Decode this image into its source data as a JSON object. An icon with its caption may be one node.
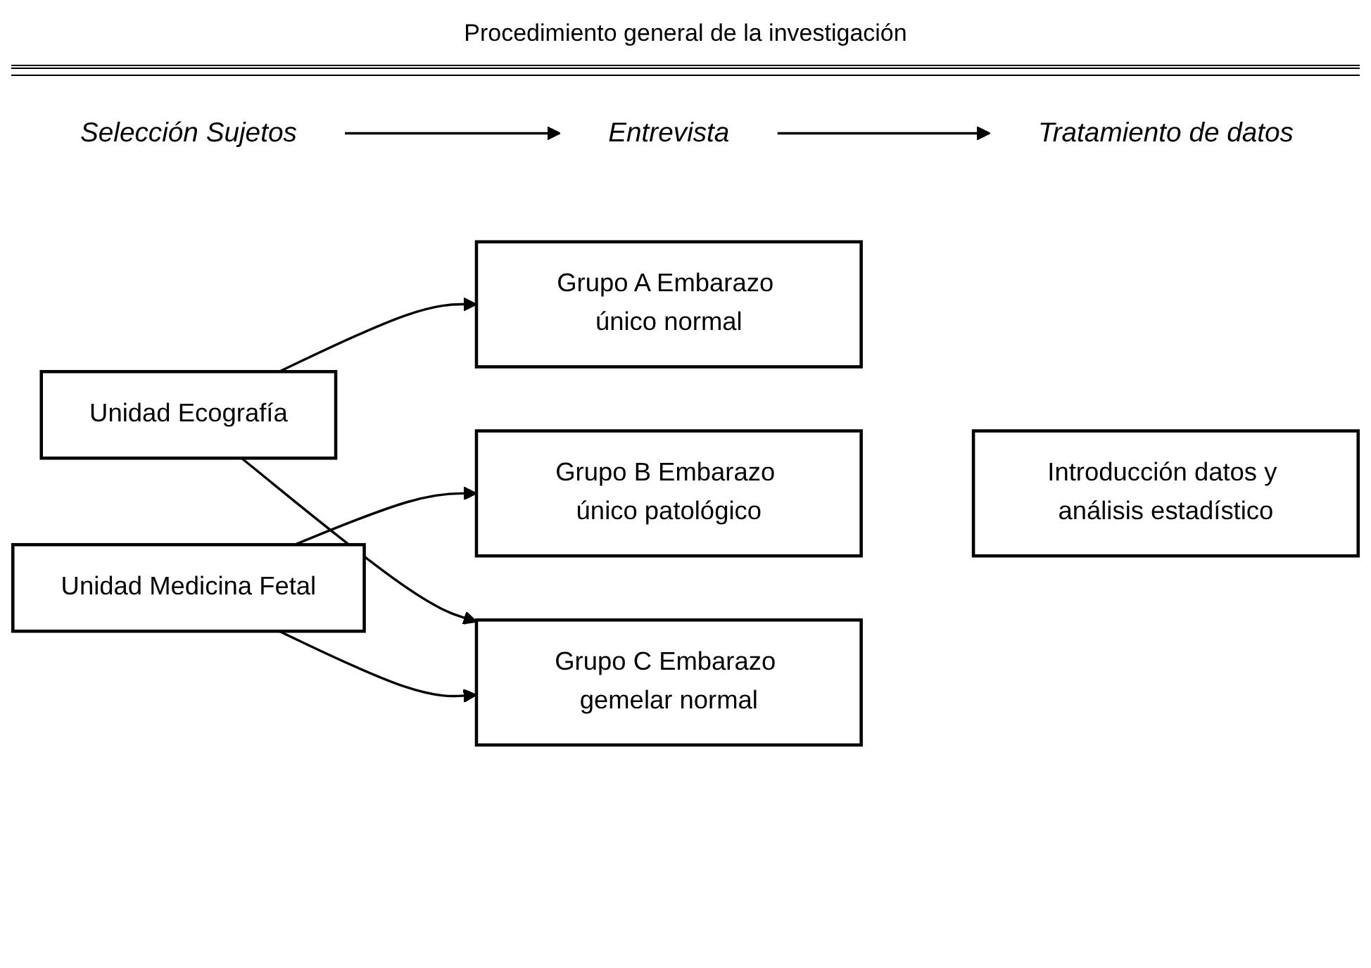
{
  "diagram": {
    "title": "Procedimiento general de la investigación",
    "nodes": [
      {
        "text": [
          "Selección Sujetos"
        ]
      },
      {
        "text": [
          "Entrevista"
        ]
      },
      {
        "text": [
          "Tratamiento de datos"
        ]
      },
      {
        "text": [
          "Unidad Ecografía"
        ]
      },
      {
        "text": [
          "Unidad Medicina Fetal"
        ]
      },
      {
        "text": [
          "Grupo A Embarazo único normal"
        ]
      },
      {
        "text": [
          "Grupo B Embarazo único patológico"
        ]
      },
      {
        "text": [
          "Grupo C Embarazo gemelar normal"
        ]
      },
      {
        "text": [
          "Introducción datos y análisis estadístico"
        ]
      }
    ],
    "edges": [
      {
        "from": 0,
        "to": 1,
        "arrow": "to"
      },
      {
        "from": 1,
        "to": 2,
        "arrow": "to"
      },
      {
        "from": 3,
        "to": 5,
        "arrow": "to"
      },
      {
        "from": 3,
        "to": 7,
        "arrow": "to"
      },
      {
        "from": 4,
        "to": 6,
        "arrow": "to"
      },
      {
        "from": 4,
        "to": 7,
        "arrow": "to"
      }
    ]
  }
}
